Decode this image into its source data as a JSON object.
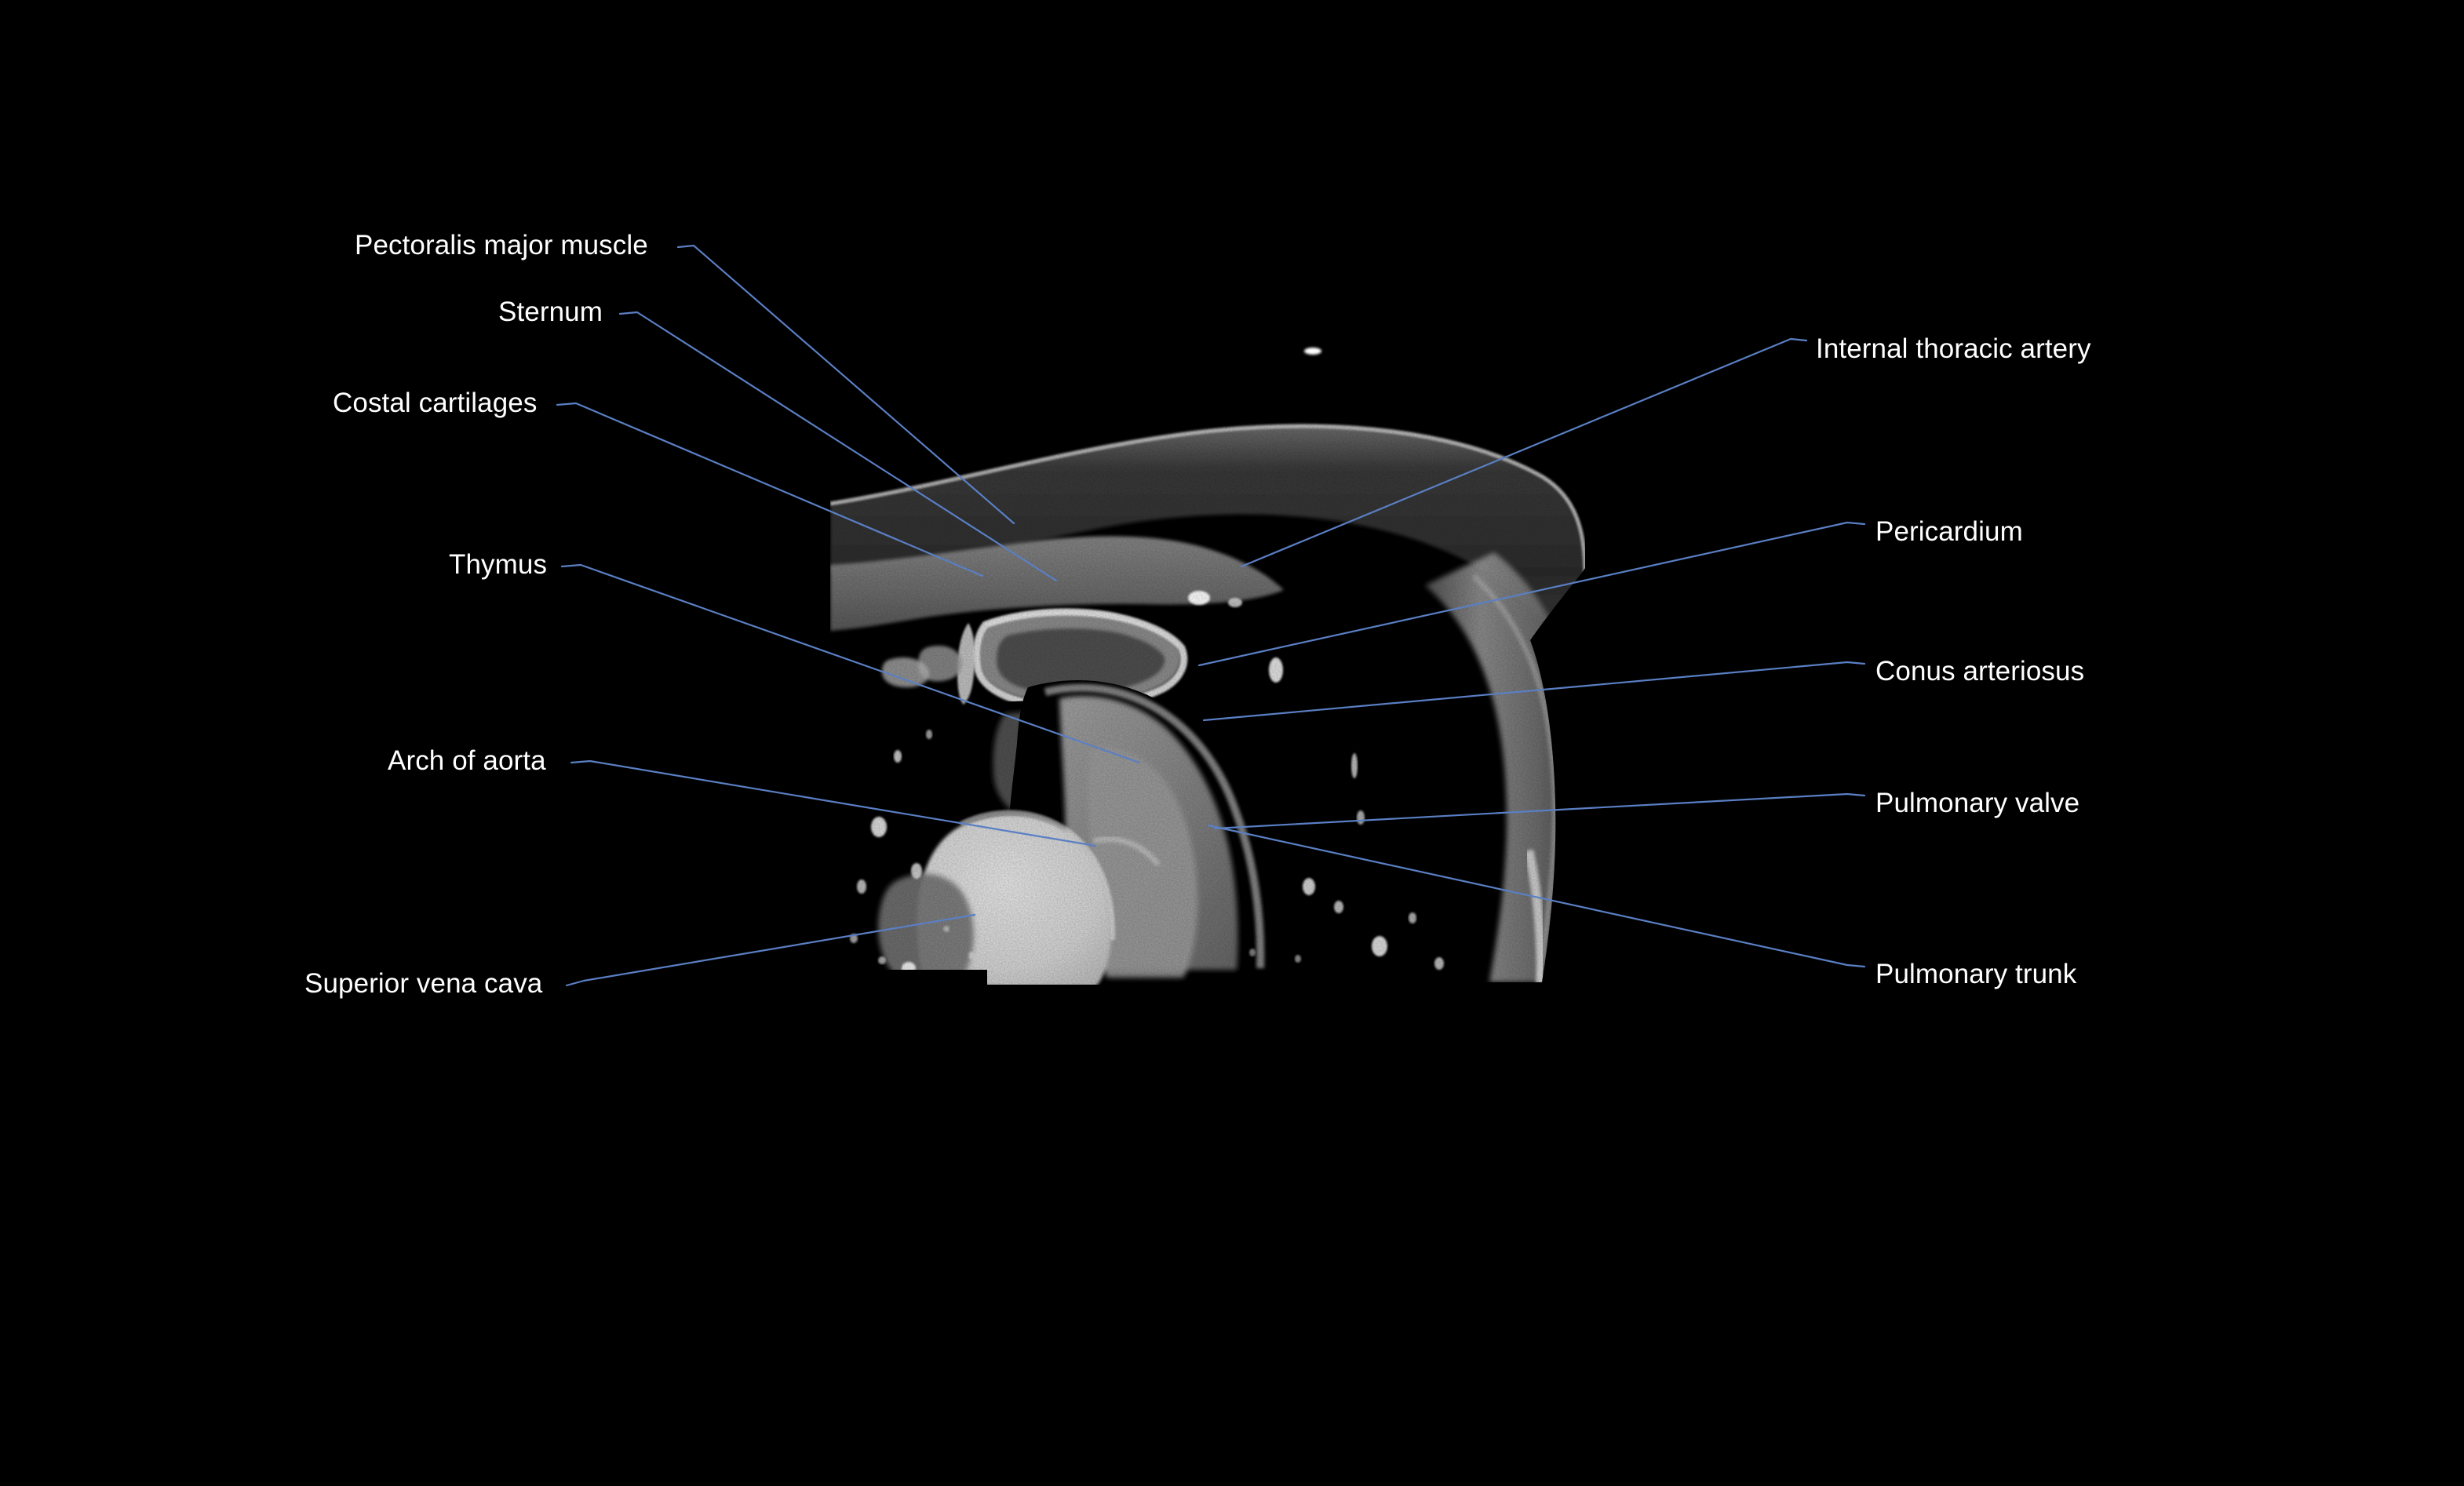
{
  "figure": {
    "kind": "ct-scan",
    "modality": "Computed tomography (CT), sagittal/oblique thorax section",
    "background_color": "#000000",
    "leader_line_color": "#5a7fc4",
    "label_text_color": "#ffffff",
    "marker_note": "small bright fiducial artifact above anterior chest wall"
  },
  "labels": {
    "left": [
      {
        "id": "pectoralis-major-muscle",
        "text": "Pectoralis major muscle"
      },
      {
        "id": "sternum",
        "text": "Sternum"
      },
      {
        "id": "costal-cartilages",
        "text": "Costal cartilages"
      },
      {
        "id": "thymus",
        "text": "Thymus"
      },
      {
        "id": "arch-of-aorta",
        "text": "Arch of aorta"
      },
      {
        "id": "superior-vena-cava",
        "text": "Superior vena cava"
      }
    ],
    "right": [
      {
        "id": "internal-thoracic-artery",
        "text": "Internal thoracic artery"
      },
      {
        "id": "pericardium",
        "text": "Pericardium"
      },
      {
        "id": "conus-arteriosus",
        "text": "Conus arteriosus"
      },
      {
        "id": "pulmonary-valve",
        "text": "Pulmonary valve"
      },
      {
        "id": "pulmonary-trunk",
        "text": "Pulmonary trunk"
      }
    ]
  }
}
